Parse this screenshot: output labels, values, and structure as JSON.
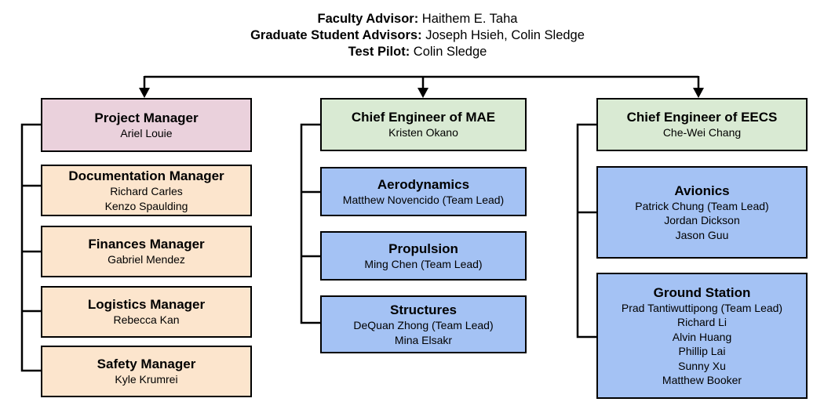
{
  "header": {
    "line1": {
      "label": "Faculty Advisor:",
      "value": " Haithem E. Taha"
    },
    "line2": {
      "label": "Graduate Student Advisors:",
      "value": " Joseph Hsieh, Colin Sledge"
    },
    "line3": {
      "label": "Test Pilot:",
      "value": " Colin Sledge"
    }
  },
  "col1": {
    "head": {
      "title": "Project Manager",
      "members": [
        "Ariel Louie"
      ]
    },
    "items": [
      {
        "title": "Documentation Manager",
        "members": [
          "Richard Carles",
          "Kenzo Spaulding"
        ]
      },
      {
        "title": "Finances Manager",
        "members": [
          "Gabriel Mendez"
        ]
      },
      {
        "title": "Logistics Manager",
        "members": [
          "Rebecca Kan"
        ]
      },
      {
        "title": "Safety Manager",
        "members": [
          "Kyle Krumrei"
        ]
      }
    ]
  },
  "col2": {
    "head": {
      "title": "Chief Engineer of MAE",
      "members": [
        "Kristen Okano"
      ]
    },
    "items": [
      {
        "title": "Aerodynamics",
        "members": [
          "Matthew Novencido (Team Lead)"
        ]
      },
      {
        "title": "Propulsion",
        "members": [
          "Ming Chen (Team Lead)"
        ]
      },
      {
        "title": "Structures",
        "members": [
          "DeQuan Zhong (Team Lead)",
          "Mina Elsakr"
        ]
      }
    ]
  },
  "col3": {
    "head": {
      "title": "Chief Engineer of EECS",
      "members": [
        "Che-Wei Chang"
      ]
    },
    "items": [
      {
        "title": "Avionics",
        "members": [
          "Patrick Chung (Team Lead)",
          "Jordan Dickson",
          "Jason Guu"
        ]
      },
      {
        "title": "Ground Station",
        "members": [
          "Prad Tantiwuttipong (Team Lead)",
          "Richard Li",
          "Alvin Huang",
          "Phillip Lai",
          "Sunny Xu",
          "Matthew Booker"
        ]
      }
    ]
  },
  "colors": {
    "pink": "#ead1dc",
    "peach": "#fce5cd",
    "green": "#d9ead3",
    "blue": "#a4c2f4",
    "line": "#000000"
  }
}
